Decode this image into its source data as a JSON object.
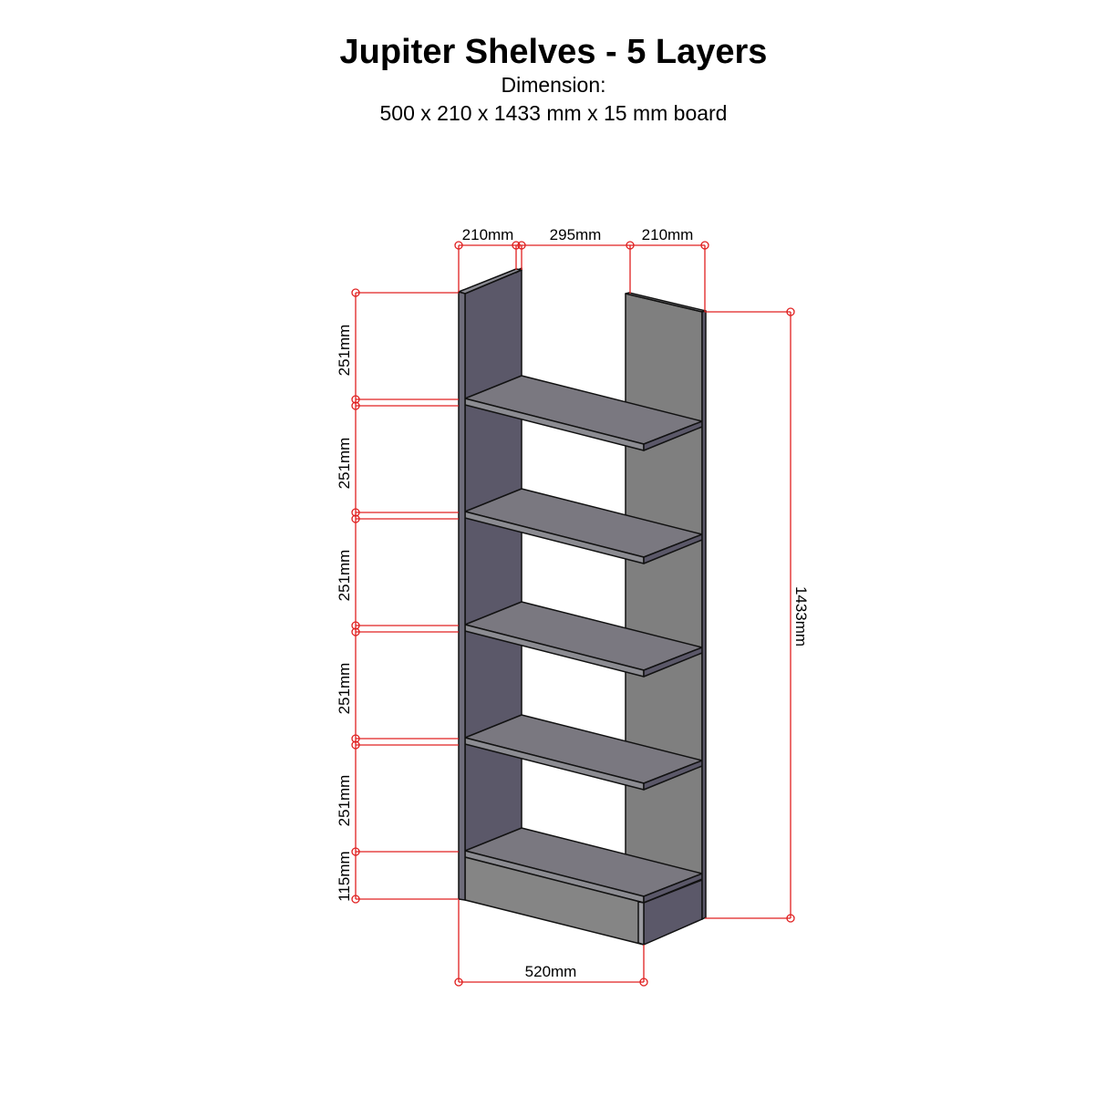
{
  "title": "Jupiter Shelves - 5 Layers",
  "subtitle_label": "Dimension:",
  "subtitle_value": "500 x 210 x 1433 mm x 15 mm board",
  "dimensions": {
    "top_left": "210mm",
    "top_middle": "295mm",
    "top_right": "210mm",
    "height_total": "1433mm",
    "bottom_width": "520mm",
    "shelf_gaps": [
      "251mm",
      "251mm",
      "251mm",
      "251mm",
      "251mm"
    ],
    "plinth": "115mm"
  },
  "colors": {
    "dim_line": "#e02020",
    "left_panel": "#5b5869",
    "right_panel": "#7f7f7f",
    "shelf_top": "#7a7880",
    "edge": "#6a6a72"
  }
}
